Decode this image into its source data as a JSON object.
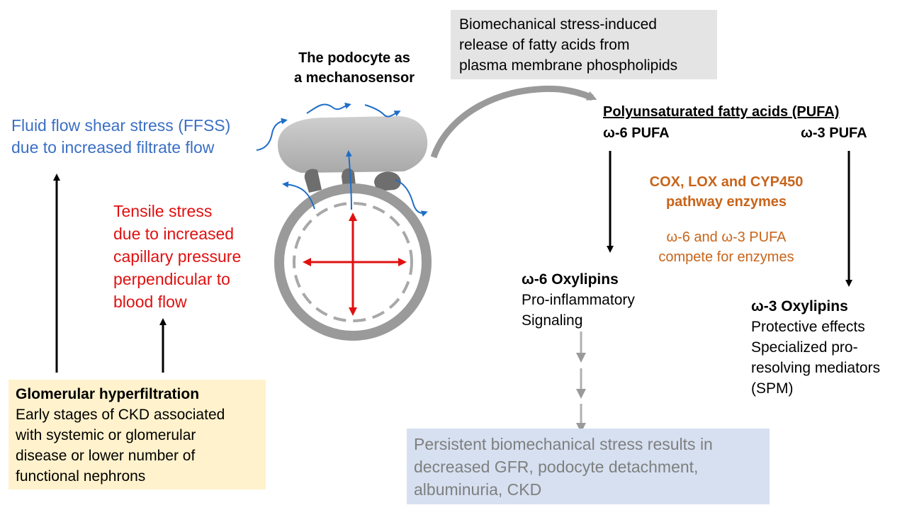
{
  "podocyte_title": [
    "The podocyte as",
    "a mechanosensor"
  ],
  "release_box": [
    "Biomechanical stress-induced",
    "release of fatty acids from",
    "plasma membrane phospholipids"
  ],
  "ffss": [
    "Fluid flow shear stress (FFSS)",
    "due to increased filtrate flow"
  ],
  "tensile": [
    "Tensile stress",
    "due to increased",
    "capillary pressure",
    "perpendicular to",
    "blood flow"
  ],
  "hyperfiltration": {
    "title": "Glomerular hyperfiltration",
    "lines": [
      "Early stages of CKD associated",
      "with systemic or glomerular",
      "disease or lower number of",
      "functional nephrons"
    ]
  },
  "pufa": {
    "title": "Polyunsaturated fatty acids (PUFA)",
    "omega6": "ω-6 PUFA",
    "omega3": "ω-3 PUFA"
  },
  "enzymes": [
    "COX, LOX and CYP450",
    "pathway enzymes"
  ],
  "compete": [
    "ω-6 and ω-3 PUFA",
    "compete for enzymes"
  ],
  "omega6_oxylipins": {
    "title": "ω-6 Oxylipins",
    "lines": [
      "Pro-inflammatory",
      "Signaling"
    ]
  },
  "omega3_oxylipins": {
    "title": "ω-3 Oxylipins",
    "lines": [
      "Protective effects",
      "Specialized pro-",
      "resolving mediators",
      "(SPM)"
    ]
  },
  "outcome": [
    "Persistent biomechanical stress results in",
    "decreased GFR, podocyte detachment,",
    "albuminuria, CKD"
  ],
  "colors": {
    "blue": "#3a6fc4",
    "red": "#e01010",
    "orange": "#c8641a",
    "gray_text": "#7f7f7f",
    "yellow_box": "#fff2cc",
    "blue_box": "#d6e0f0",
    "gray_box": "#e4e4e4"
  }
}
